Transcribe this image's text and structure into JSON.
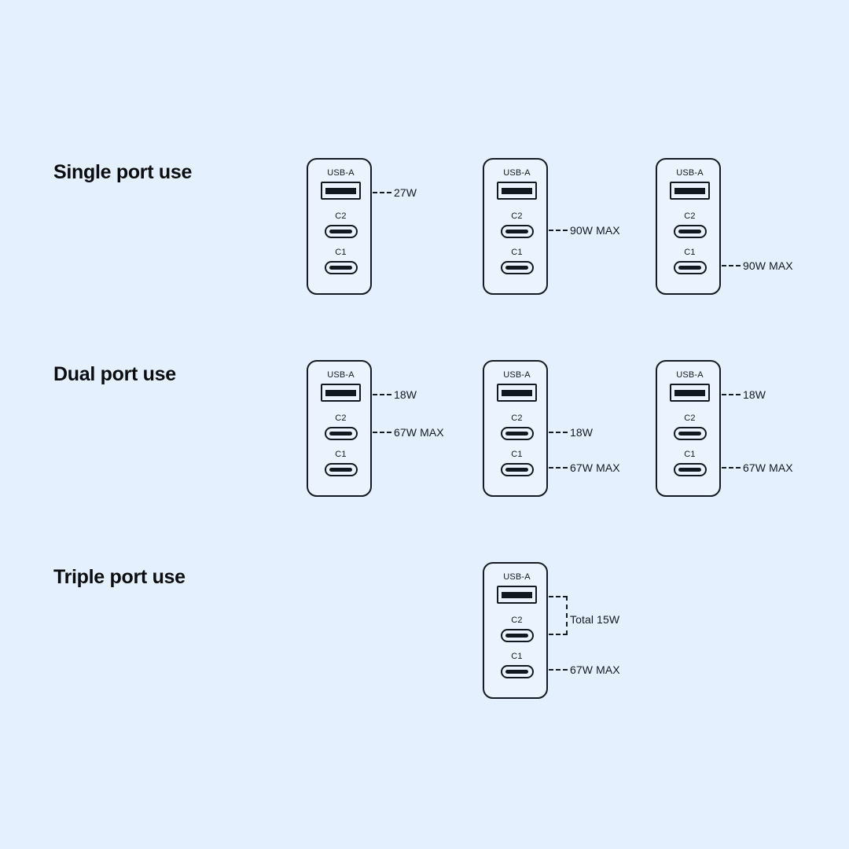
{
  "background_color": "#e4f0fd",
  "line_color": "#141b24",
  "sections": [
    {
      "id": "single-port-use",
      "title": "Single port use",
      "chargers": [
        {
          "id": "single-usba",
          "ports": [
            {
              "name": "USB-A",
              "type": "usb-a"
            },
            {
              "name": "C2",
              "type": "usb-c"
            },
            {
              "name": "C1",
              "type": "usb-c"
            }
          ],
          "callouts": [
            {
              "port": "USB-A",
              "text": "27W"
            }
          ]
        },
        {
          "id": "single-c2",
          "ports": [
            {
              "name": "USB-A",
              "type": "usb-a"
            },
            {
              "name": "C2",
              "type": "usb-c"
            },
            {
              "name": "C1",
              "type": "usb-c"
            }
          ],
          "callouts": [
            {
              "port": "C2",
              "text": "90W MAX"
            }
          ]
        },
        {
          "id": "single-c1",
          "ports": [
            {
              "name": "USB-A",
              "type": "usb-a"
            },
            {
              "name": "C2",
              "type": "usb-c"
            },
            {
              "name": "C1",
              "type": "usb-c"
            }
          ],
          "callouts": [
            {
              "port": "C1",
              "text": "90W MAX"
            }
          ]
        }
      ]
    },
    {
      "id": "dual-port-use",
      "title": "Dual port use",
      "chargers": [
        {
          "id": "dual-usba-c2",
          "ports": [
            {
              "name": "USB-A",
              "type": "usb-a"
            },
            {
              "name": "C2",
              "type": "usb-c"
            },
            {
              "name": "C1",
              "type": "usb-c"
            }
          ],
          "callouts": [
            {
              "port": "USB-A",
              "text": "18W"
            },
            {
              "port": "C2",
              "text": "67W MAX"
            }
          ]
        },
        {
          "id": "dual-c2-c1",
          "ports": [
            {
              "name": "USB-A",
              "type": "usb-a"
            },
            {
              "name": "C2",
              "type": "usb-c"
            },
            {
              "name": "C1",
              "type": "usb-c"
            }
          ],
          "callouts": [
            {
              "port": "C2",
              "text": "18W"
            },
            {
              "port": "C1",
              "text": "67W MAX"
            }
          ]
        },
        {
          "id": "dual-usba-c1",
          "ports": [
            {
              "name": "USB-A",
              "type": "usb-a"
            },
            {
              "name": "C2",
              "type": "usb-c"
            },
            {
              "name": "C1",
              "type": "usb-c"
            }
          ],
          "callouts": [
            {
              "port": "USB-A",
              "text": "18W"
            },
            {
              "port": "C1",
              "text": "67W MAX"
            }
          ]
        }
      ]
    },
    {
      "id": "triple-port-use",
      "title": "Triple port use",
      "chargers": [
        {
          "id": "triple-all",
          "ports": [
            {
              "name": "USB-A",
              "type": "usb-a"
            },
            {
              "name": "C2",
              "type": "usb-c"
            },
            {
              "name": "C1",
              "type": "usb-c"
            }
          ],
          "callouts": [
            {
              "port": "USB-A+C2",
              "text": "Total 15W"
            },
            {
              "port": "C1",
              "text": "67W MAX"
            }
          ]
        }
      ]
    }
  ]
}
